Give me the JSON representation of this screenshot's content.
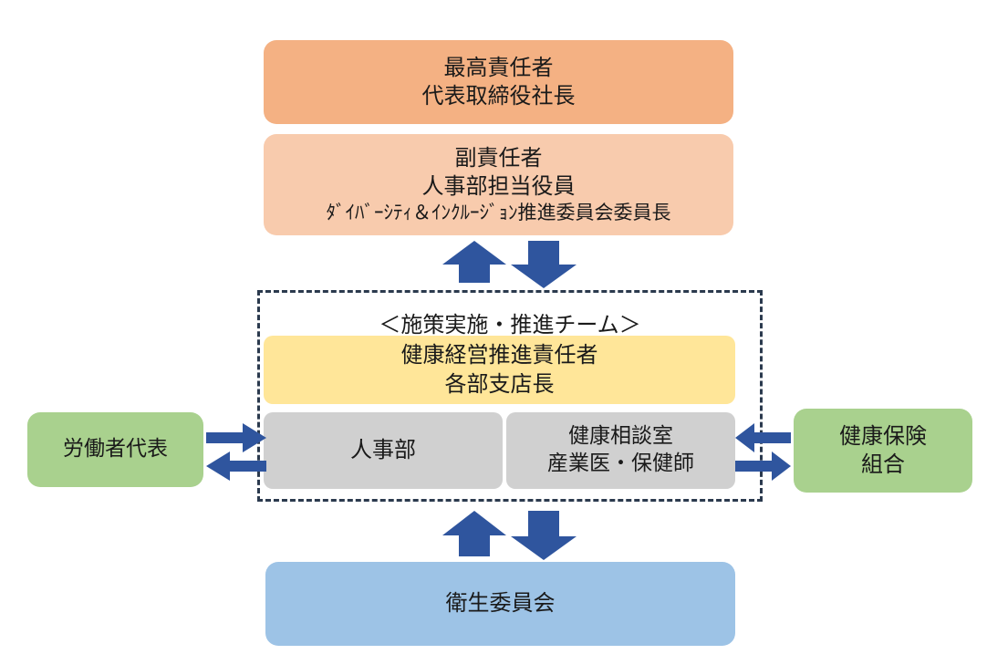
{
  "ceo": {
    "line1": "最高責任者",
    "line2": "代表取締役社長"
  },
  "vice": {
    "line1": "副責任者",
    "line2": "人事部担当役員",
    "line3": "ﾀﾞｲﾊﾞｰｼﾃｨ＆ｲﾝｸﾙｰｼﾞｮﾝ推進委員会委員長"
  },
  "team": {
    "title": "＜施策実施・推進チーム＞",
    "promotion": {
      "line1": "健康経営推進責任者",
      "line2": "各部支店長"
    },
    "hr": "人事部",
    "health_office": {
      "line1": "健康相談室",
      "line2": "産業医・保健師"
    }
  },
  "labor_rep": "労働者代表",
  "health_insurance": {
    "line1": "健康保険",
    "line2": "組合"
  },
  "committee": "衛生委員会",
  "colors": {
    "ceo": "#f4b183",
    "vice": "#f8cbad",
    "promotion": "#ffe699",
    "gray_box": "#d0d0d0",
    "green_box": "#a9d18e",
    "committee": "#9dc3e6",
    "arrow": "#2f559e",
    "frame": "#2b3a4e"
  }
}
